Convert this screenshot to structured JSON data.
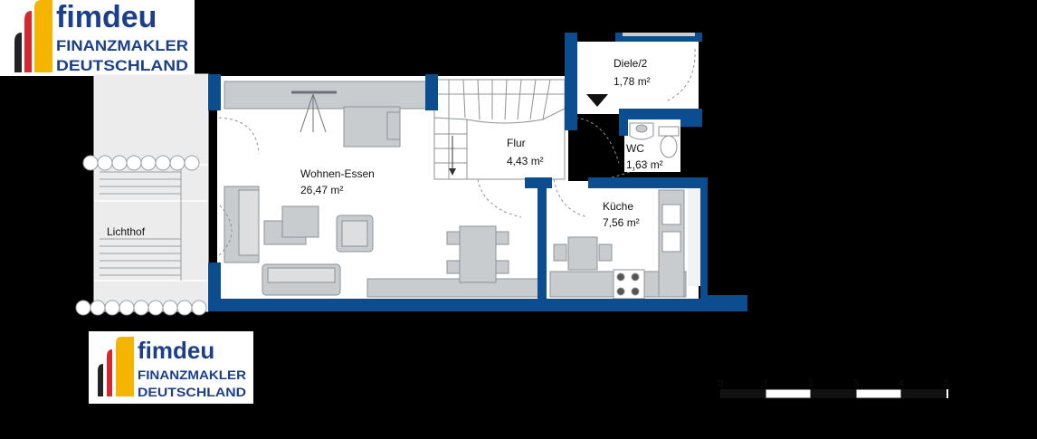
{
  "logo": {
    "brand": "fimdeu",
    "line1": "FINANZMAKLER",
    "line2": "DEUTSCHLAND"
  },
  "rooms": {
    "wohnen": {
      "name": "Wohnen-Essen",
      "area": "26,47 m²"
    },
    "flur": {
      "name": "Flur",
      "area": "4,43 m²"
    },
    "diele": {
      "name": "Diele/2",
      "area": "1,78 m²"
    },
    "wc": {
      "name": "WC",
      "area": "1,63 m²"
    },
    "kueche": {
      "name": "Küche",
      "area": "7,56 m²"
    },
    "lichthof": {
      "name": "Lichthof"
    }
  },
  "scale_bar": {
    "ticks": [
      "0",
      "1",
      "2",
      "3",
      "4",
      "5"
    ]
  },
  "colors": {
    "wall": "#0b4d8f",
    "furniture": "#c9cccf",
    "furniture_stroke": "#8d9195",
    "floor": "#ffffff",
    "logo_blue": "#1c3f8c",
    "logo_red": "#d8262e",
    "logo_gold": "#f4b400"
  }
}
